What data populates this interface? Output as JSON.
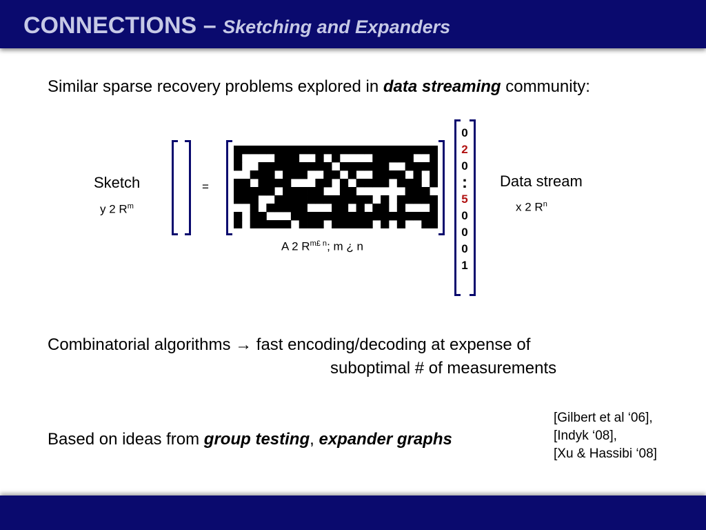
{
  "header": {
    "title_main": "CONNECTIONS",
    "title_dash": "–",
    "title_sub": "Sketching and Expanders"
  },
  "intro": {
    "prefix": "Similar sparse recovery problems explored in",
    "emphasis": "data streaming",
    "suffix": "community:"
  },
  "diagram": {
    "sketch_label": "Sketch",
    "sketch_dim": {
      "base": "y 2 R",
      "sup": "m"
    },
    "equals": "=",
    "matrix_caption": {
      "base": "A 2 R",
      "sup": "m£ n",
      "tail": "; m ¿  n"
    },
    "stream_label": "Data stream",
    "stream_dim": {
      "base": "x 2 R",
      "sup": "n"
    },
    "vector": [
      {
        "value": "0",
        "color": "#000000"
      },
      {
        "value": "2",
        "color": "#b01010"
      },
      {
        "value": "0",
        "color": "#000000"
      },
      {
        "value": ":",
        "color": "#000000"
      },
      {
        "value": "5",
        "color": "#b01010"
      },
      {
        "value": "0",
        "color": "#000000"
      },
      {
        "value": "0",
        "color": "#000000"
      },
      {
        "value": "0",
        "color": "#000000"
      },
      {
        "value": "1",
        "color": "#000000"
      }
    ],
    "matrix_pattern": [
      "1111111111111111111111111",
      "1000011100101000011111001",
      "1001111111110111111001111",
      "0011101110011010011110101",
      "1101111000110101111011101",
      "1111101111100110000001110",
      "1110011111111111101011111",
      "0010111110001101011010001",
      "1011000111111111111111111",
      "1011111011101111101010011"
    ]
  },
  "combinatorial": {
    "line1": "Combinatorial algorithms → fast encoding/decoding at expense of",
    "line2": "suboptimal # of measurements"
  },
  "based": {
    "prefix": "Based on ideas from",
    "emph1": "group testing",
    "comma": ",",
    "emph2": "expander graphs"
  },
  "references": [
    "[Gilbert et al ‘06],",
    "[Indyk ‘08],",
    "[Xu & Hassibi ‘08]"
  ],
  "colors": {
    "navy": "#0a0a6e",
    "title_text": "#c6c9e6",
    "highlight_red": "#b01010"
  }
}
